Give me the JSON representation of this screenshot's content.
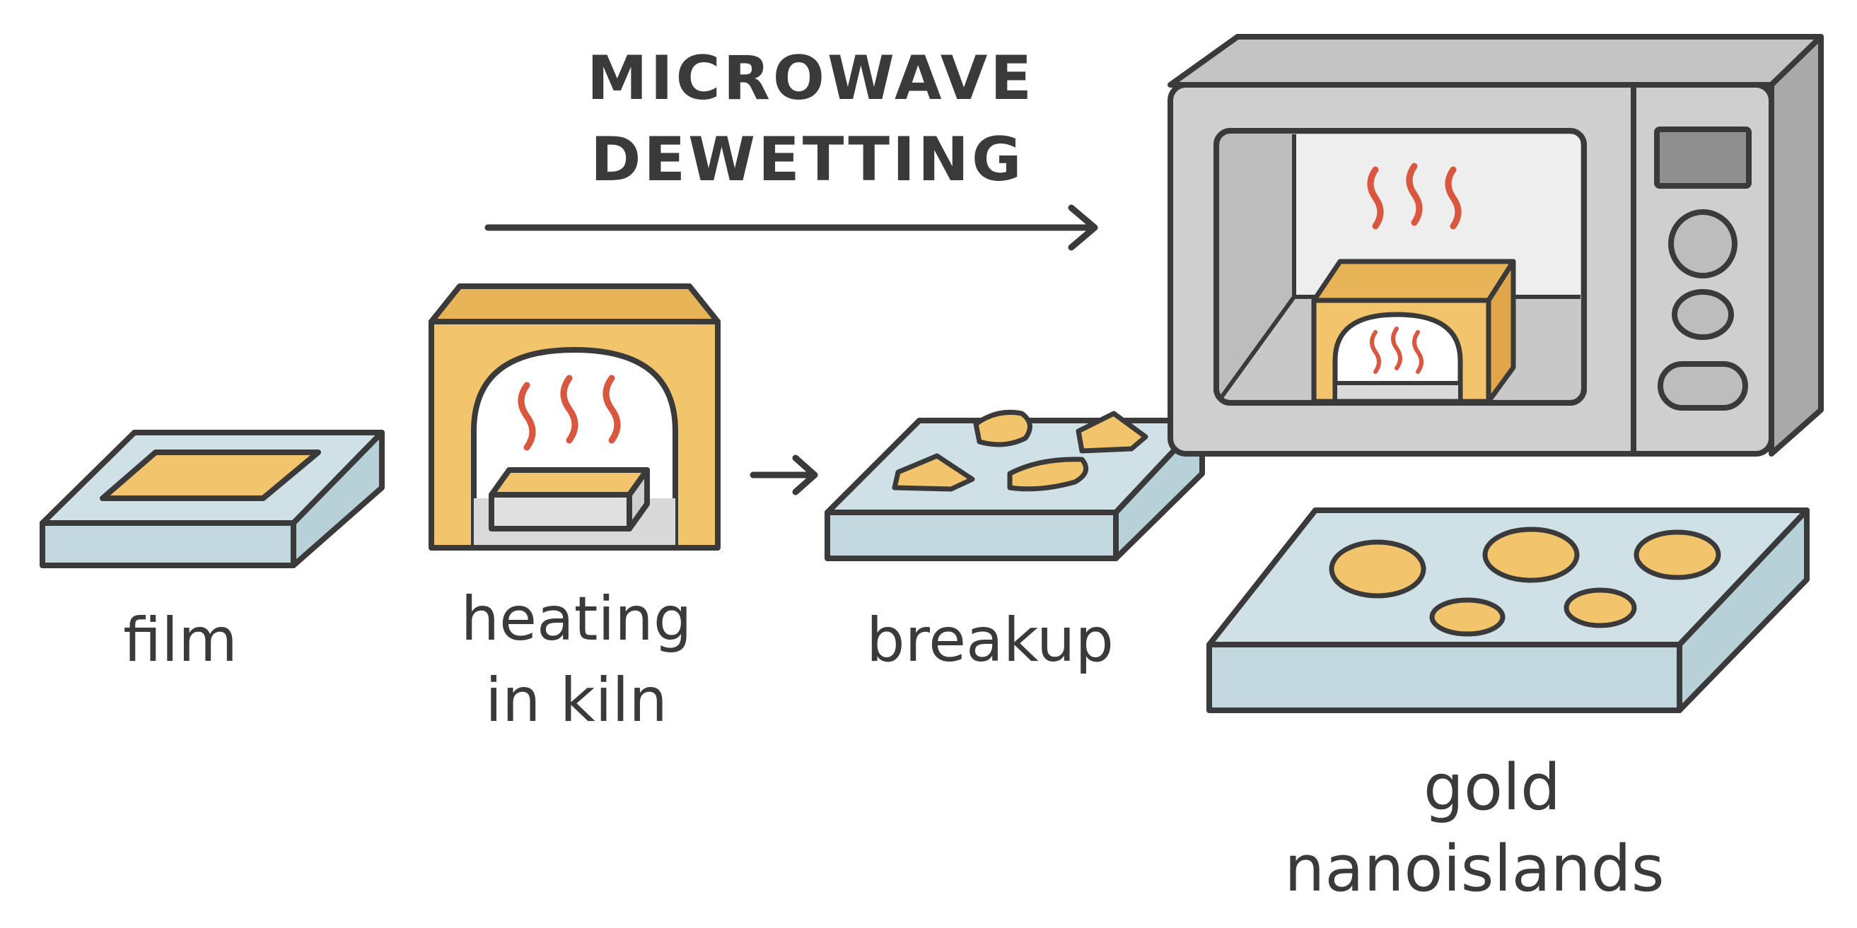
{
  "title": {
    "line1": "MICROWAVE",
    "line2": "DEWETTING"
  },
  "labels": {
    "film": "film",
    "heating_line1": "heating",
    "heating_line2": "in kiln",
    "breakup": "breakup",
    "gold_line1": "gold",
    "gold_line2": "nanoislands"
  },
  "colors": {
    "outline": "#3a3a3a",
    "substrate_top": "#cfe1e6",
    "substrate_side": "#bcd3da",
    "gold": "#f2c46b",
    "gold_dark": "#e2ad4f",
    "kiln": "#f2c46b",
    "heat_waves": "#d9573f",
    "microwave_body": "#c9c9c9",
    "microwave_dark": "#a9a9a9"
  }
}
